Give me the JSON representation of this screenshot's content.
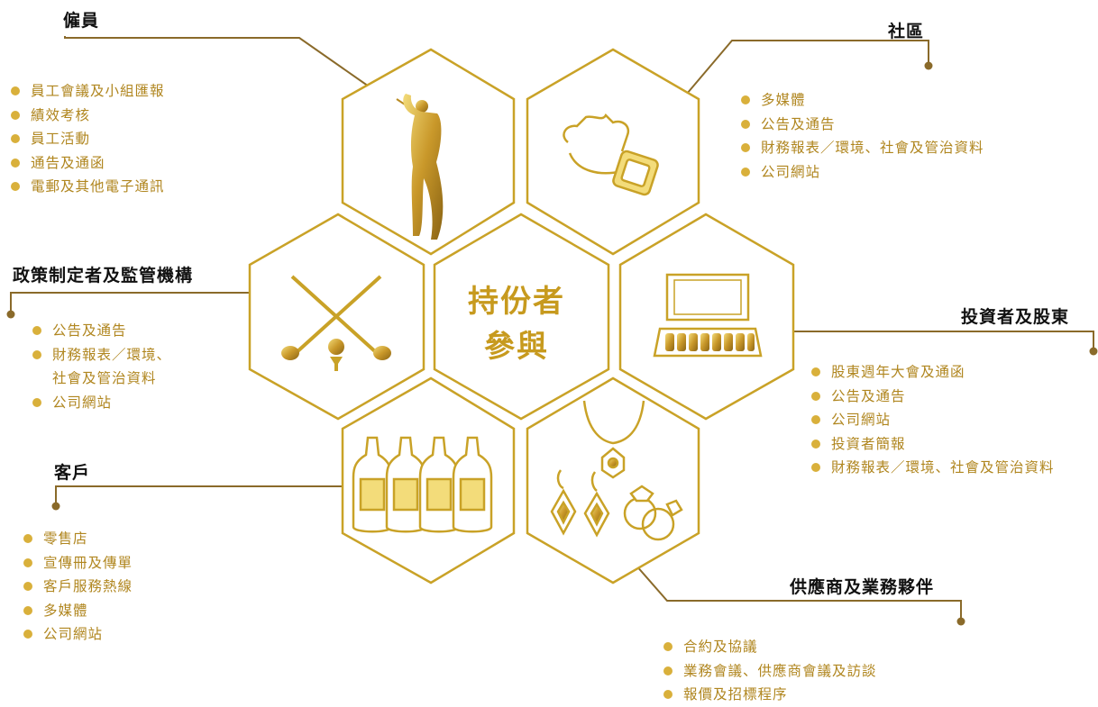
{
  "center": {
    "line1": "持份者",
    "line2": "參與"
  },
  "colors": {
    "gold": "#c9a227",
    "accent": "#d9b03b",
    "text": "#b0861f",
    "heading": "#111111"
  },
  "groups": {
    "employees": {
      "title": "僱員",
      "items": [
        "員工會議及小組匯報",
        "績效考核",
        "員工活動",
        "通告及通函",
        "電郵及其他電子通訊"
      ]
    },
    "community": {
      "title": "社區",
      "items": [
        "多媒體",
        "公告及通告",
        "財務報表／環境、社會及管治資料",
        "公司網站"
      ]
    },
    "policymakers": {
      "title": "政策制定者及監管機構",
      "items": [
        "公告及通告",
        "財務報表／環境、",
        "社會及管治資料",
        "公司網站"
      ]
    },
    "investors": {
      "title": "投資者及股東",
      "items": [
        "股東週年大會及通函",
        "公告及通告",
        "公司網站",
        "投資者簡報",
        "財務報表／環境、社會及管治資料"
      ]
    },
    "customers": {
      "title": "客戶",
      "items": [
        "零售店",
        "宣傳冊及傳單",
        "客戶服務熱線",
        "多媒體",
        "公司網站"
      ]
    },
    "suppliers": {
      "title": "供應商及業務夥伴",
      "items": [
        "合約及協議",
        "業務會議、供應商會議及訪談",
        "報價及招標程序"
      ]
    }
  },
  "icons": [
    "golfer-icon",
    "smartwatch-icon",
    "golf-clubs-icon",
    "watch-case-icon",
    "wine-bottles-icon",
    "jewelry-icon"
  ]
}
